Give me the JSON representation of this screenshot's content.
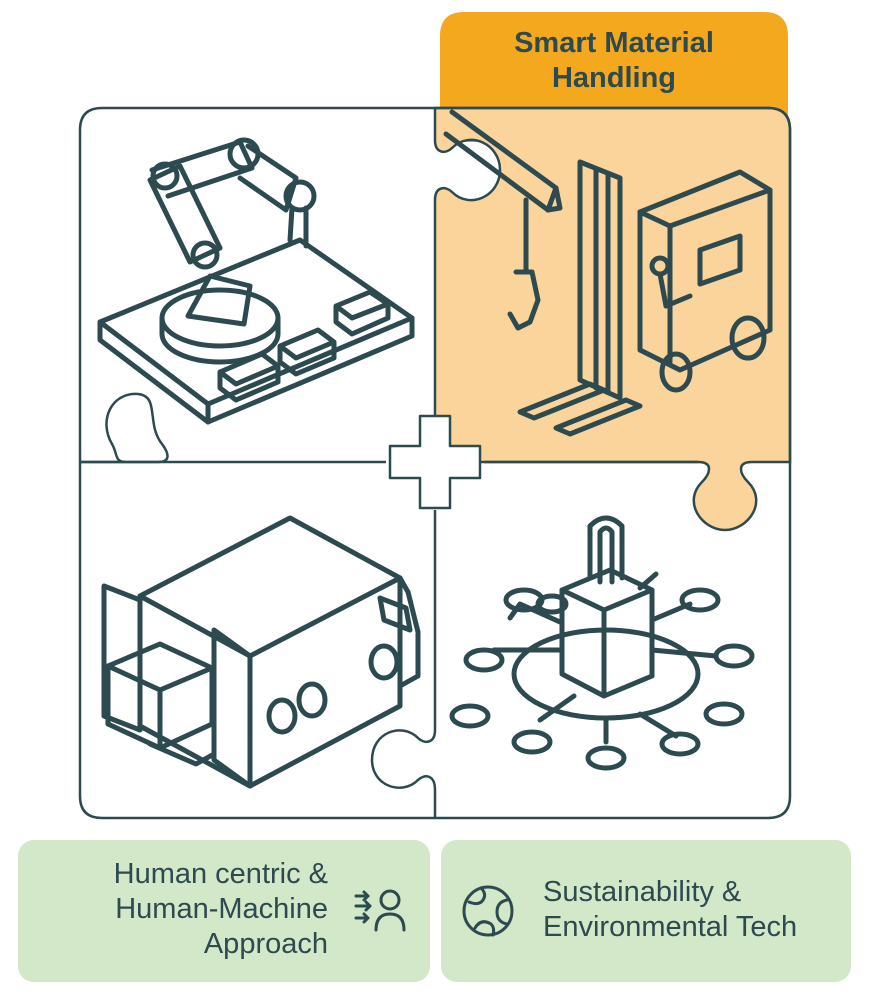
{
  "highlight_tab": {
    "title_line1": "Smart Material",
    "title_line2": "Handling"
  },
  "bottom_cards": [
    {
      "line1": "Human centric &",
      "line2": "Human-Machine",
      "line3": "Approach",
      "icon": "human-centric-icon"
    },
    {
      "line1": "Sustainability &",
      "line2": "Environmental Tech",
      "icon": "globe-leaf-icon"
    }
  ],
  "puzzle_pieces": [
    {
      "position": "top-left",
      "icon": "robot-arm-conveyor-icon"
    },
    {
      "position": "top-right",
      "icon": "crane-forklift-icon",
      "highlighted": true
    },
    {
      "position": "bottom-left",
      "icon": "delivery-truck-icon"
    },
    {
      "position": "bottom-right",
      "icon": "network-padlock-icon"
    }
  ],
  "colors": {
    "outline": "#2c4a4f",
    "highlight_tab": "#f4a81d",
    "highlight_fill": "#fad49a",
    "card_fill": "#d2e8c8",
    "background": "#ffffff"
  }
}
